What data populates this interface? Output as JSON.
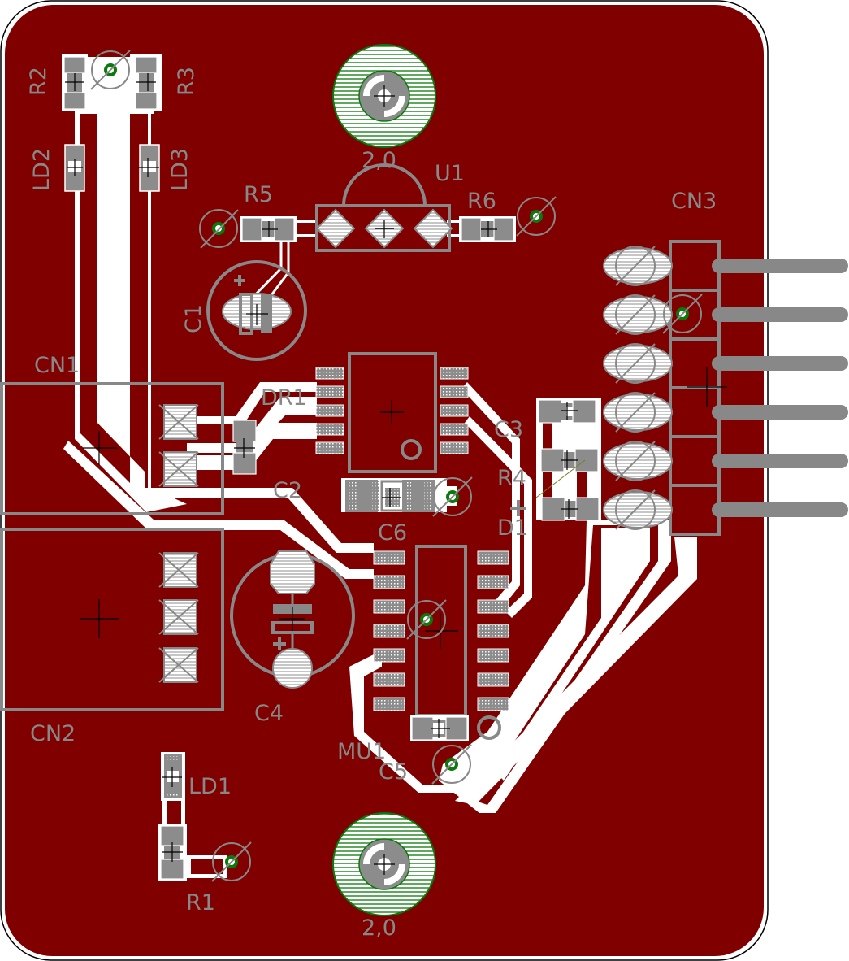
{
  "board": {
    "colors": {
      "copper": "#800000",
      "silkscreen": "#888888",
      "via_ring": "#0a7a0a",
      "mount_hatch": "#0a7a0a",
      "clearance": "#ffffff",
      "outline": "#000000"
    }
  },
  "labels": {
    "R2": "R2",
    "R3": "R3",
    "LD2": "LD2",
    "LD3": "LD3",
    "R5": "R5",
    "U1": "U1",
    "R6": "R6",
    "CN3": "CN3",
    "C1": "C1",
    "CN1": "CN1",
    "DR1": "DR1",
    "C2": "C2",
    "C3": "C3",
    "R4": "R4",
    "D1": "D1",
    "C6": "C6",
    "C4": "C4",
    "CN2": "CN2",
    "MU1": "MU1",
    "C5": "C5",
    "LD1": "LD1",
    "R1": "R1",
    "hole_top": "2,0",
    "hole_bottom": "2,0"
  }
}
